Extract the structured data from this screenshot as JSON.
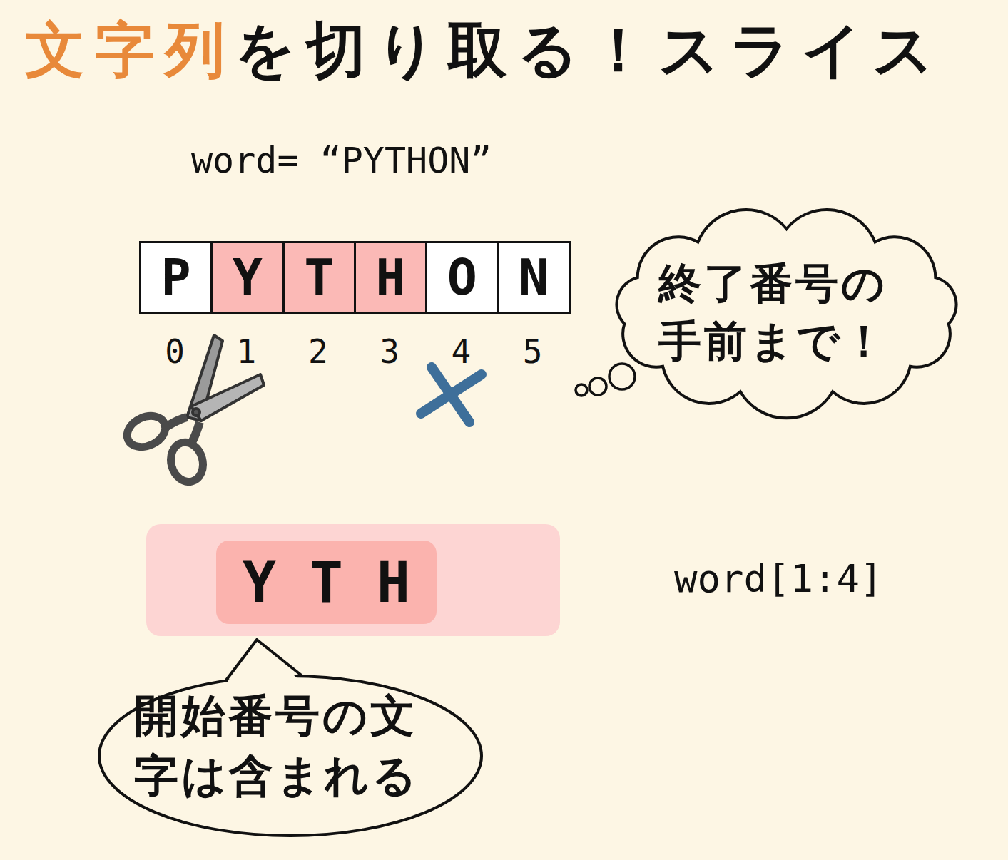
{
  "diagram": {
    "title": "文字列を切り取る！スライス",
    "nodes": [
      {
        "text": [
          "P"
        ]
      },
      {
        "text": [
          "Y"
        ]
      },
      {
        "text": [
          "T"
        ]
      },
      {
        "text": [
          "H"
        ]
      },
      {
        "text": [
          "O"
        ]
      },
      {
        "text": [
          "N"
        ]
      },
      {
        "text": [
          "終了番号の 手前まで！"
        ]
      },
      {
        "text": [
          "Y T H"
        ]
      },
      {
        "text": [
          "開始番号の文 字は含まれる"
        ]
      }
    ],
    "labels": [
      "word= “PYTHON”",
      "0",
      "1",
      "2",
      "3",
      "4",
      "5",
      "word[1:4]"
    ]
  }
}
